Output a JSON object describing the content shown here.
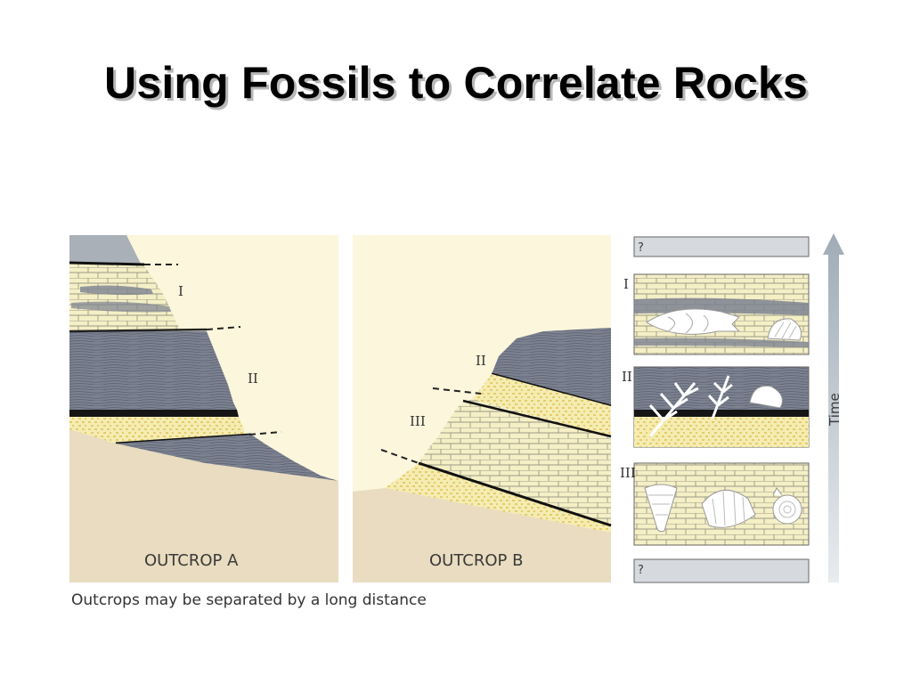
{
  "title": "Using Fossils to Correlate Rocks",
  "outcrop_a": {
    "label": "OUTCROP A",
    "layer_labels": [
      "I",
      "II"
    ]
  },
  "outcrop_b": {
    "label": "OUTCROP B",
    "layer_labels": [
      "II",
      "III"
    ]
  },
  "column": {
    "unknown_top": "?",
    "unknown_bottom": "?",
    "layer_labels": [
      "I",
      "II",
      "III"
    ],
    "axis_label": "Time"
  },
  "caption": "Outcrops may be separated by a long distance",
  "colors": {
    "sky": "#fbf6dc",
    "ground": "#e9dcc0",
    "shale": "#7c8290",
    "limestone": "#f5efc6",
    "sandstone": "#f2df8e",
    "coal": "#1a1a1a",
    "arrow": "#a9b3bc"
  }
}
